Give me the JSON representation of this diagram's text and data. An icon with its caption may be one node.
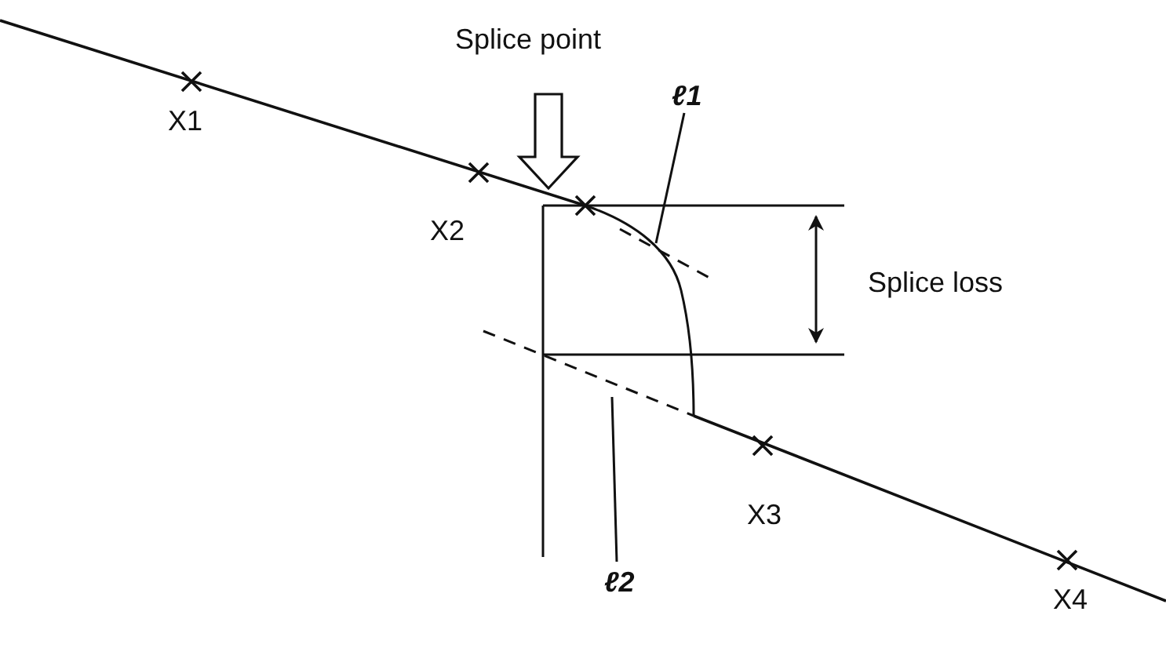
{
  "diagram": {
    "nodes": [
      {
        "text": [
          "ℓ1"
        ]
      },
      {
        "text": [
          "ℓ2"
        ]
      }
    ],
    "edges": [
      {
        "from": 0,
        "to": null,
        "arrow": "none"
      },
      {
        "from": 1,
        "to": null,
        "arrow": "none"
      }
    ],
    "labels": [
      "Splice point",
      "X1",
      "X2",
      "Splice loss",
      "X3",
      "X4"
    ]
  }
}
